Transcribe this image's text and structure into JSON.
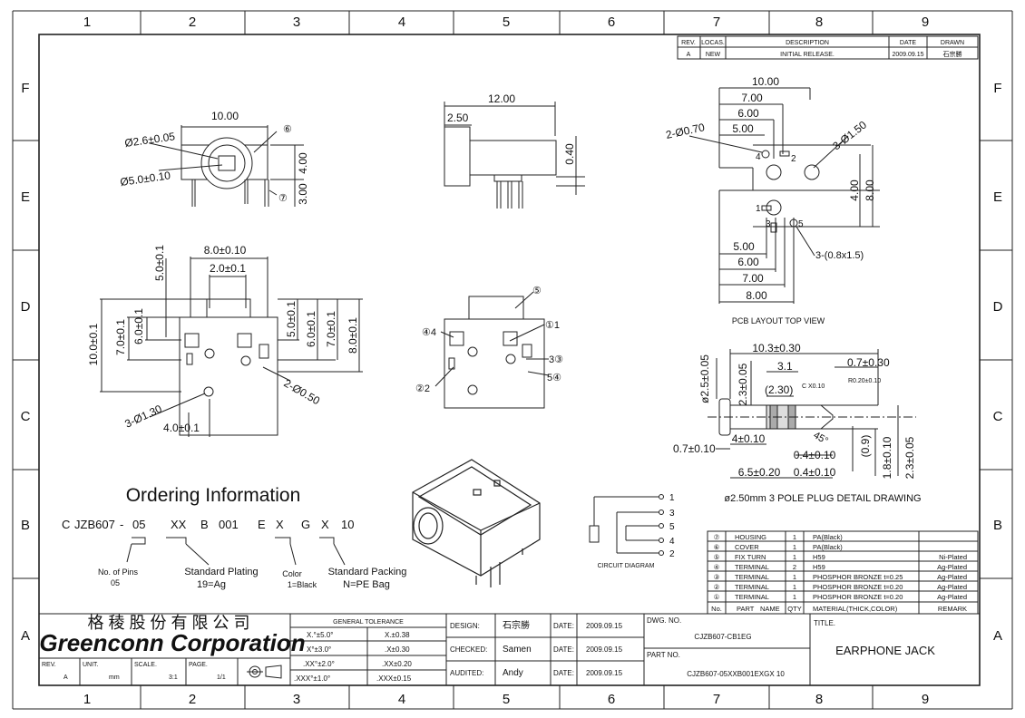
{
  "title": "EARPHONE JACK",
  "company": {
    "chinese": "格 稜 股 份 有 限 公 司",
    "english": "Greenconn Corporation"
  },
  "grid": {
    "columns": [
      "1",
      "2",
      "3",
      "4",
      "5",
      "6",
      "7",
      "8",
      "9"
    ],
    "rows": [
      "F",
      "E",
      "D",
      "C",
      "B",
      "A"
    ]
  },
  "revision_table": {
    "headers": [
      "REV.",
      "LOCAS.",
      "DESCRIPTION",
      "DATE",
      "DRAWN"
    ],
    "rows": [
      [
        "A",
        "NEW",
        "INITIAL RELEASE.",
        "2009.09.15",
        "石宗勝"
      ]
    ]
  },
  "top_view": {
    "width": "10.00",
    "hole_small": "Ø2.6±0.05",
    "hole_large": "Ø5.0±0.10",
    "height": "4.00",
    "pin": "3.00",
    "callout6": "⑥",
    "callout7": "⑦"
  },
  "side_view": {
    "length": "12.00",
    "front": "2.50",
    "thickness": "0.40"
  },
  "pcb_layout": {
    "top_dims": [
      "10.00",
      "7.00",
      "6.00",
      "5.00"
    ],
    "bottom_dims": [
      "5.00",
      "6.00",
      "7.00",
      "8.00"
    ],
    "hole_small": "2-Ø0.70",
    "hole_large": "3-Ø1.50",
    "slot": "3-(0.8x1.5)",
    "v_dims": [
      "4.00",
      "8.00"
    ],
    "pin_labels": [
      "4",
      "2",
      "1",
      "3",
      "5"
    ],
    "caption": "PCB LAYOUT TOP VIEW"
  },
  "bottom_view": {
    "width": "8.0±0.10",
    "inner": "2.0±0.1",
    "left_top": "5.0±0.1",
    "left_dims": [
      "10.0±0.1",
      "7.0±0.1",
      "6.0±0.1"
    ],
    "right_dims": [
      "5.0±0.1",
      "6.0±0.1",
      "7.0±0.1",
      "8.0±0.1"
    ],
    "hole": "3-Ø1.30",
    "pin_hole": "2-Ø0.50",
    "bottom": "4.0±0.1"
  },
  "front_view": {
    "labels": [
      "⑤",
      "①1",
      "④4",
      "3③",
      "②2",
      "5④"
    ]
  },
  "plug": {
    "total": "10.3±0.30",
    "tip": "0.7±0.30",
    "d1": "3.1",
    "d2": "(2.30)",
    "c": "C X0.10",
    "r": "R0.20±0.10",
    "dia": "ø2.5±0.05",
    "dia2": "2.3±0.05",
    "l1": "4±0.10",
    "left": "0.7±0.10",
    "l2": "6.5±0.20",
    "l3": "0.4±0.10",
    "l4": "0.4±0.10",
    "ang": "45°",
    "v1": "(0.9)",
    "v2": "1.8±0.10",
    "v3": "2.3±0.05",
    "caption": "ø2.50mm 3 POLE PLUG DETAIL DRAWING"
  },
  "ordering": {
    "heading": "Ordering Information",
    "code": [
      "C",
      "JZB607",
      "-",
      "05",
      "XX",
      "B",
      "001",
      "E",
      "X",
      "G",
      "X",
      "10"
    ],
    "pins_label": "No. of Pins",
    "pins_value": "05",
    "plating_label": "Standard Plating",
    "plating_value": "19=Ag",
    "color_label": "Color",
    "color_value": "1=Black",
    "packing_label": "Standard Packing",
    "packing_value": "N=PE Bag"
  },
  "circuit": {
    "label": "CIRCUIT DIAGRAM",
    "pins": [
      "1",
      "3",
      "5",
      "4",
      "2"
    ]
  },
  "bom": {
    "headers": [
      "No.",
      "PART",
      "NAME",
      "QTY",
      "MATERIAL(THICK,COLOR)",
      "REMARK"
    ],
    "rows": [
      [
        "⑦",
        "HOUSING",
        "1",
        "PA(Black)",
        ""
      ],
      [
        "⑥",
        "COVER",
        "1",
        "PA(Black)",
        ""
      ],
      [
        "⑤",
        "FIX TURN",
        "1",
        "H59",
        "Ni-Plated"
      ],
      [
        "④",
        "TERMINAL",
        "2",
        "H59",
        "Ag-Plated"
      ],
      [
        "③",
        "TERMINAL",
        "1",
        "PHOSPHOR BRONZE t=0.25",
        "Ag-Plated"
      ],
      [
        "②",
        "TERMINAL",
        "1",
        "PHOSPHOR BRONZE t=0.20",
        "Ag-Plated"
      ],
      [
        "①",
        "TERMINAL",
        "1",
        "PHOSPHOR BRONZE t=0.20",
        "Ag-Plated"
      ]
    ]
  },
  "title_block": {
    "tolerance_title": "GENERAL TOLERANCE",
    "tolerances": [
      [
        "X.°±5.0°",
        "X.±0.38"
      ],
      [
        "X°±3.0°",
        ".X±0.30"
      ],
      [
        ".XX°±2.0°",
        ".XX±0.20"
      ],
      [
        ".XXX°±1.0°",
        ".XXX±0.15"
      ]
    ],
    "rev_label": "REV.",
    "rev": "A",
    "unit_label": "UNIT.",
    "unit": "mm",
    "scale_label": "SCALE.",
    "scale": "3:1",
    "page_label": "PAGE.",
    "page": "1/1",
    "design_label": "DESIGN:",
    "design": "石宗勝",
    "checked_label": "CHECKED:",
    "checked": "Samen",
    "audited_label": "AUDITED:",
    "audited": "Andy",
    "date_label": "DATE:",
    "date": "2009.09.15",
    "dwg_label": "DWG. NO.",
    "dwg": "CJZB607-CB1EG",
    "part_label": "PART NO.",
    "part": "CJZB607-05XXB001EXGX 10",
    "title_label": "TITLE."
  }
}
